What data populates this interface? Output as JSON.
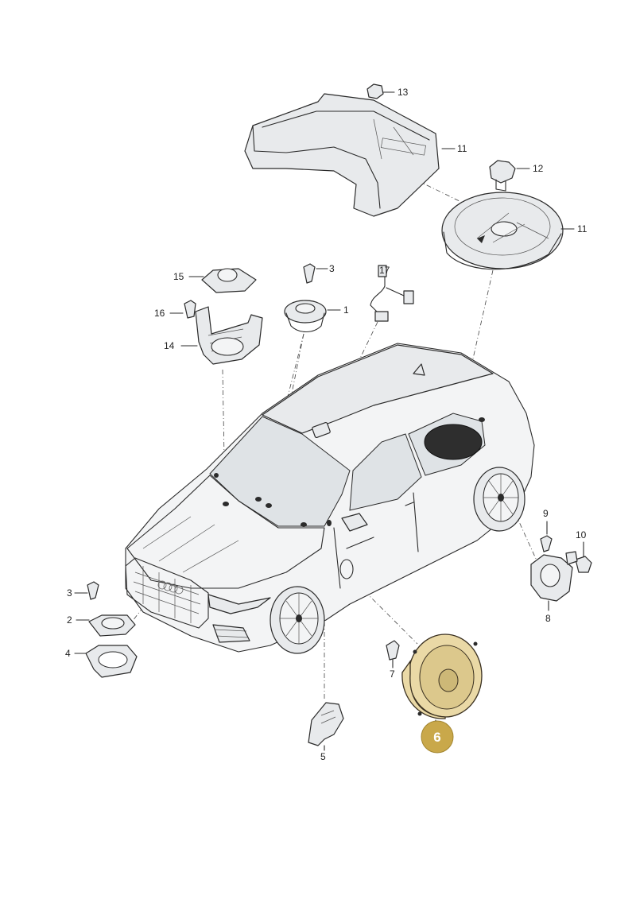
{
  "callouts": {
    "c1": "1",
    "c2": "2",
    "c3a": "3",
    "c3b": "3",
    "c4": "4",
    "c5": "5",
    "c7": "7",
    "c8": "8",
    "c9": "9",
    "c10": "10",
    "c11a": "11",
    "c11b": "11",
    "c12": "12",
    "c13": "13",
    "c14": "14",
    "c15": "15",
    "c16": "16",
    "c17": "17"
  },
  "highlight": {
    "label": "6",
    "color": "#c9a84a"
  }
}
